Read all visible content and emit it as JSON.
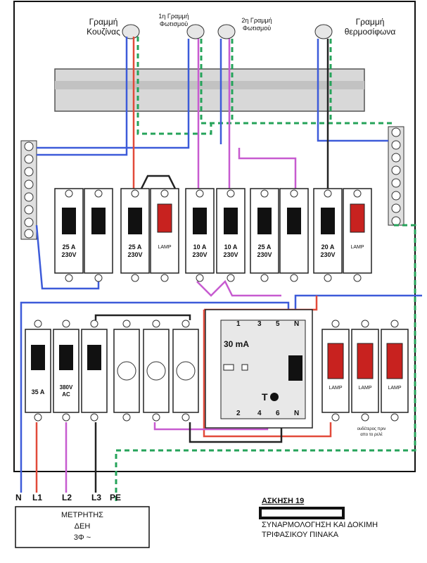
{
  "lines": {
    "kitchen": [
      "Γραμμή",
      "Κουζίνας"
    ],
    "lighting1": [
      "1η Γραμμή",
      "Φωτισμού"
    ],
    "lighting2": [
      "2η Γραμμή",
      "Φωτισμού"
    ],
    "heater": [
      "Γραμμή",
      "θερμοσίφωνα"
    ]
  },
  "top_breakers": [
    {
      "rating": "25 A",
      "voltage": "230V"
    },
    {
      "rating": "",
      "voltage": ""
    },
    {
      "rating": "25 A",
      "voltage": "230V"
    },
    {
      "rating": "LAMP",
      "voltage": ""
    },
    {
      "rating": "10 A",
      "voltage": "230V"
    },
    {
      "rating": "10 A",
      "voltage": "230V"
    },
    {
      "rating": "25 A",
      "voltage": "230V"
    },
    {
      "rating": "",
      "voltage": ""
    },
    {
      "rating": "20 A",
      "voltage": "230V"
    },
    {
      "rating": "LAMP",
      "voltage": ""
    }
  ],
  "main_breaker": "35 A",
  "contactor": [
    "380V",
    "AC"
  ],
  "rcd": {
    "sensitivity": "30 mA",
    "terminals_top": [
      "1",
      "3",
      "5",
      "N"
    ],
    "terminals_bottom": [
      "2",
      "4",
      "6",
      "N"
    ],
    "test": "T"
  },
  "lamps": [
    "LAMP",
    "LAMP",
    "LAMP"
  ],
  "neutral_note": [
    "ουδέτερος πριν",
    "απο το ρελέ"
  ],
  "terminals": [
    "N",
    "L1",
    "L2",
    "L3",
    "PE"
  ],
  "meter": [
    "ΜΕΤΡΗΤΗΣ",
    "ΔΕΗ",
    "3Φ ~"
  ],
  "exercise": {
    "title": "ΑΣΚΗΣΗ 19",
    "subtitle1": "ΣΥΝΑΡΜΟΛΟΓΗΣΗ ΚΑΙ ΔΟΚΙΜΗ",
    "subtitle2": "ΤΡΙΦΑΣΙΚΟΥ ΠΙΝΑΚΑ"
  },
  "colors": {
    "phase1": "#e24a3a",
    "phase2": "#c75bd0",
    "phase3": "#222222",
    "neutral": "#3d5bd9",
    "earth": "#25a35a"
  }
}
